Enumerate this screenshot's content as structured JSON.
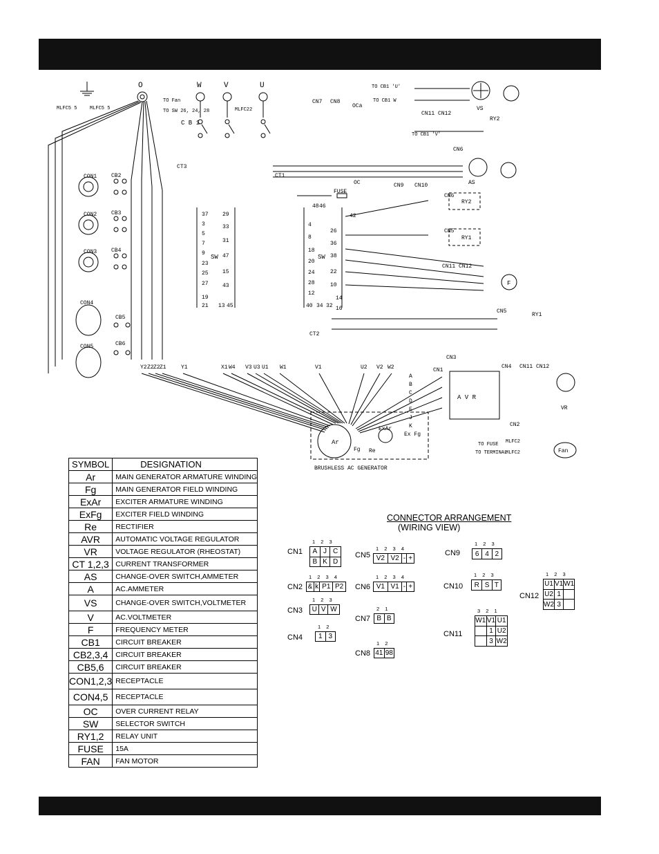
{
  "header": {
    "title": ""
  },
  "schematic": {
    "top_terminals": [
      "O",
      "W",
      "V",
      "U"
    ],
    "cb": "C B 1",
    "left_labels": [
      "MLFC5 5",
      "MLFC5 5",
      "TO Fan",
      "TO SW 26, 24, 28",
      "MLFC22"
    ],
    "con_labels": [
      "CON1",
      "CON2",
      "CON3",
      "CON4",
      "CON5",
      "CB2",
      "CB3",
      "CB4",
      "CB5",
      "CB6",
      "CT3",
      "CT1",
      "CT2",
      "OC",
      "CN7",
      "CN8",
      "OCa",
      "FUSE",
      "SW",
      "SW"
    ],
    "top_right": [
      "TO CB1 'U'",
      "TO CB1 W",
      "TO CB1 'V'",
      "CN11 CN12",
      "RY2",
      "CN6",
      "VS",
      "AS",
      "CN9",
      "CN10"
    ],
    "sw_left": [
      "37",
      "3",
      "5",
      "7",
      "9",
      "23",
      "25",
      "27",
      "19",
      "21",
      "29",
      "33",
      "31",
      "47",
      "15",
      "43",
      "13",
      "45"
    ],
    "sw_right": [
      "48",
      "46",
      "42",
      "4",
      "8",
      "18",
      "20",
      "24",
      "28",
      "12",
      "40",
      "34",
      "32",
      "26",
      "36",
      "38",
      "22",
      "10",
      "14",
      "16"
    ],
    "right_labels": [
      "CN6",
      "RY2",
      "CN5",
      "RY1",
      "F",
      "CN11 CN12",
      "CN5",
      "RY1",
      "CN3",
      "CN1",
      "CN4",
      "CN11 CN12",
      "CN2",
      "VR",
      "A V R"
    ],
    "bottom_wires": [
      "Y2",
      "Z2",
      "Z2",
      "Z1",
      "Y1",
      "X1",
      "W4",
      "V3",
      "U3",
      "U1",
      "W1",
      "V1",
      "U2",
      "V2",
      "W2"
    ],
    "generator": [
      "Ar",
      "ExAr",
      "Fg",
      "Re",
      "Ex Fg",
      "BRUSHLESS AC GENERATOR",
      "Fan",
      "TO FUSE",
      "TO TERMINAL",
      "MLFC2",
      "MLFC2"
    ],
    "avr_side": [
      "A",
      "B",
      "C",
      "D",
      "E",
      "J",
      "K"
    ]
  },
  "legend": {
    "header": [
      "SYMBOL",
      "DESIGNATION"
    ],
    "rows": [
      {
        "s": "Ar",
        "d": "MAIN GENERATOR ARMATURE WINDING"
      },
      {
        "s": "Fg",
        "d": "MAIN GENERATOR FIELD WINDING"
      },
      {
        "s": "ExAr",
        "d": "EXCITER ARMATURE WINDING"
      },
      {
        "s": "ExFg",
        "d": "EXCITER FIELD WINDING"
      },
      {
        "s": "Re",
        "d": "RECTIFIER"
      },
      {
        "s": "AVR",
        "d": "AUTOMATIC VOLTAGE REGULATOR"
      },
      {
        "s": "VR",
        "d": "VOLTAGE REGULATOR (RHEOSTAT)"
      },
      {
        "s": "CT 1,2,3",
        "d": "CURRENT TRANSFORMER"
      },
      {
        "s": "AS",
        "d": "CHANGE-OVER SWITCH,AMMETER"
      },
      {
        "s": "A",
        "d": "AC.AMMETER"
      },
      {
        "s": "VS",
        "d": "CHANGE-OVER SWITCH,VOLTMETER"
      },
      {
        "s": "V",
        "d": "AC.VOLTMETER"
      },
      {
        "s": "F",
        "d": "FREQUENCY METER"
      },
      {
        "s": "CB1",
        "d": "CIRCUIT BREAKER"
      },
      {
        "s": "CB2,3,4",
        "d": "CIRCUIT BREAKER"
      },
      {
        "s": "CB5,6",
        "d": "CIRCUIT BREAKER"
      },
      {
        "s": "CON1,2,3",
        "d": "RECEPTACLE"
      },
      {
        "s": "CON4,5",
        "d": "RECEPTACLE"
      },
      {
        "s": "OC",
        "d": "OVER CURRENT RELAY"
      },
      {
        "s": "SW",
        "d": "SELECTOR SWITCH"
      },
      {
        "s": "RY1,2",
        "d": "RELAY UNIT"
      },
      {
        "s": "FUSE",
        "d": "15A"
      },
      {
        "s": "FAN",
        "d": "FAN MOTOR"
      }
    ]
  },
  "connectors": {
    "title": "CONNECTOR ARRANGEMENT",
    "subtitle": "(WIRING VIEW)",
    "cn1": {
      "name": "CN1",
      "pins": "1 2 3",
      "cells": [
        [
          "A",
          "J",
          "C"
        ],
        [
          "B",
          "K",
          "D"
        ]
      ]
    },
    "cn2": {
      "name": "CN2",
      "pins": "1 2 3 4",
      "cells": [
        [
          "&",
          "k",
          "P1",
          "P2"
        ]
      ]
    },
    "cn3": {
      "name": "CN3",
      "pins": "1 2 3",
      "cells": [
        [
          "U",
          "V",
          "W"
        ]
      ]
    },
    "cn4": {
      "name": "CN4",
      "pins": "1 2",
      "cells": [
        [
          "1",
          "3"
        ]
      ]
    },
    "cn5": {
      "name": "CN5",
      "pins": "1 2 3 4",
      "cells": [
        [
          "V2",
          "V2",
          "-",
          "+"
        ]
      ]
    },
    "cn6": {
      "name": "CN6",
      "pins": "1 2 3 4",
      "cells": [
        [
          "V1",
          "V1",
          "-",
          "+"
        ]
      ]
    },
    "cn7": {
      "name": "CN7",
      "pins": "2 1",
      "cells": [
        [
          "B",
          "B"
        ]
      ]
    },
    "cn8": {
      "name": "CN8",
      "pins": "1 2",
      "cells": [
        [
          "41",
          "98"
        ]
      ]
    },
    "cn9": {
      "name": "CN9",
      "pins": "1 2 3",
      "cells": [
        [
          "6",
          "4",
          "2"
        ]
      ]
    },
    "cn10": {
      "name": "CN10",
      "pins": "1 2 3",
      "cells": [
        [
          "R",
          "S",
          "T"
        ]
      ]
    },
    "cn11": {
      "name": "CN11",
      "pins": "3 2 1",
      "cells": [
        [
          "W1",
          "V1",
          "U1"
        ],
        [
          "",
          "1",
          "U2"
        ],
        [
          "",
          "3",
          "W2"
        ]
      ]
    },
    "cn12": {
      "name": "CN12",
      "pins": "1 2 3",
      "cells": [
        [
          "U1",
          "V1",
          "W1"
        ],
        [
          "U2",
          "1",
          ""
        ],
        [
          "W2",
          "3",
          ""
        ]
      ]
    }
  },
  "footer": {
    "text": ""
  }
}
